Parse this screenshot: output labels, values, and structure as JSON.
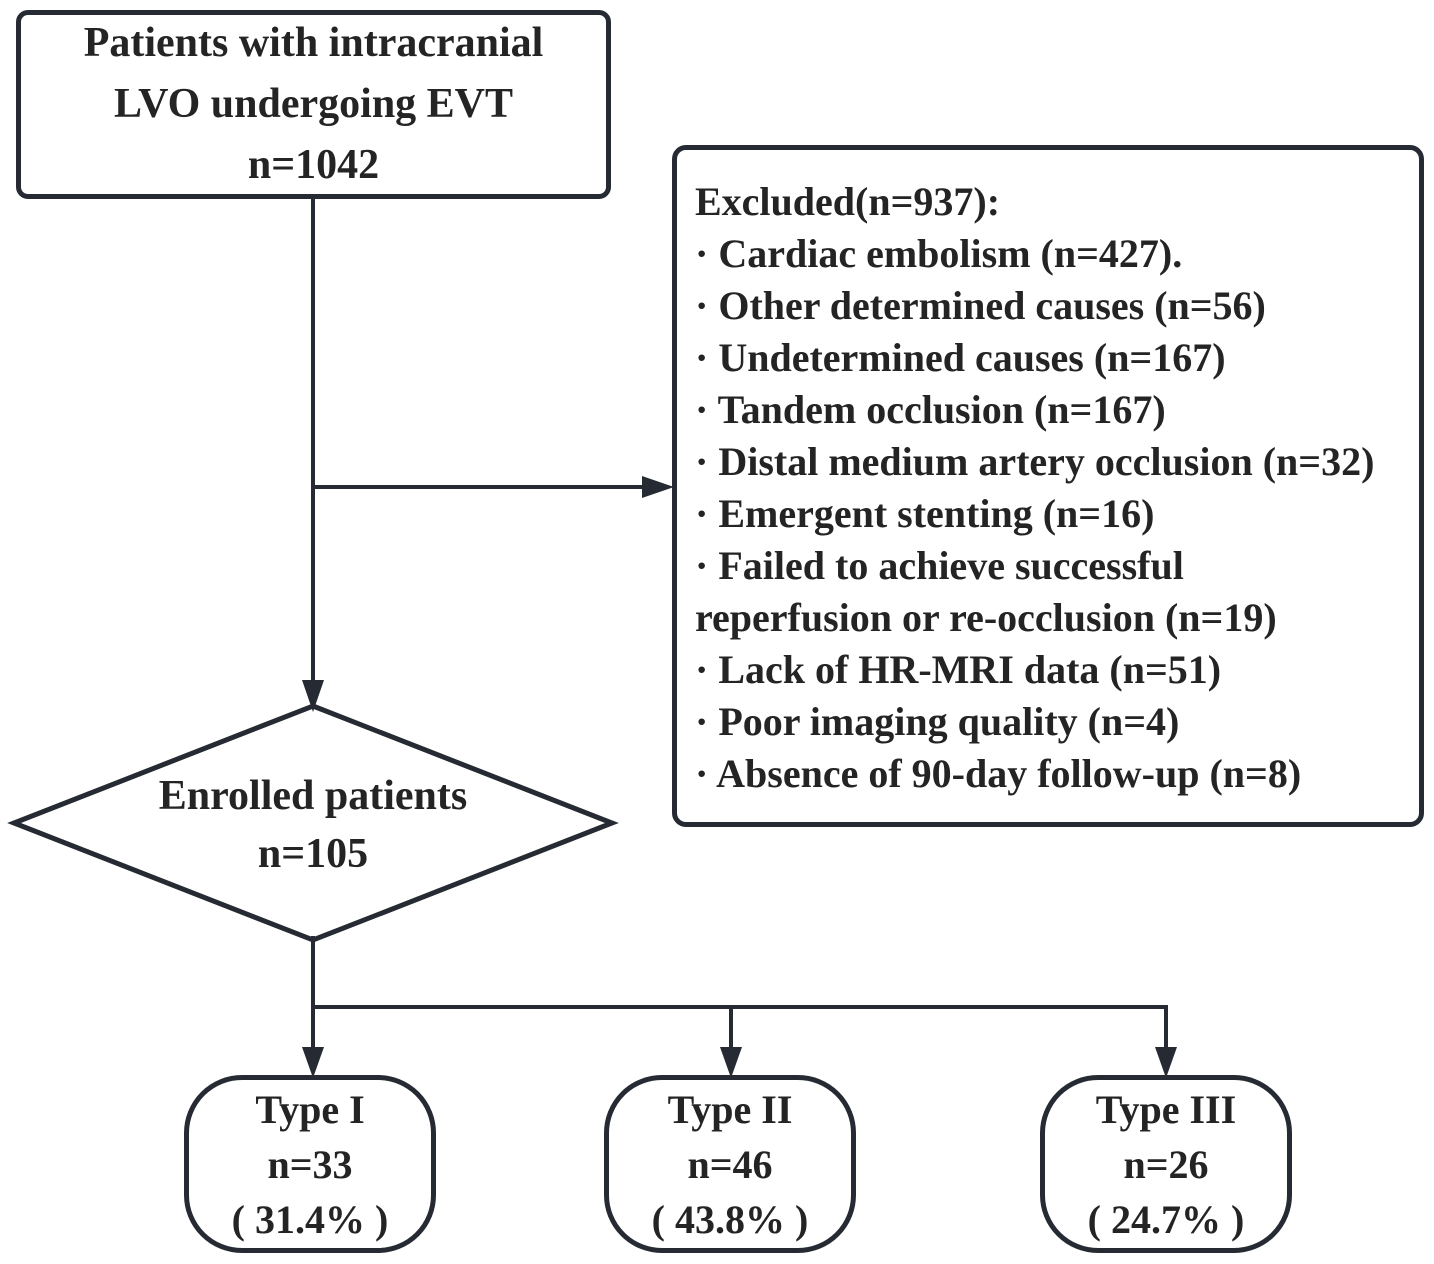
{
  "colors": {
    "line": "#262b33",
    "text": "#242424",
    "background": "#ffffff"
  },
  "top_box": {
    "lines": [
      "Patients with intracranial",
      "LVO undergoing EVT",
      "n=1042"
    ]
  },
  "excluded_box": {
    "title": "Excluded(n=937):",
    "items": [
      "· Cardiac embolism (n=427).",
      "· Other determined causes (n=56)",
      "· Undetermined causes (n=167)",
      "· Tandem occlusion (n=167)",
      "· Distal medium artery occlusion (n=32)",
      "· Emergent stenting (n=16)",
      "· Failed to achieve successful",
      "reperfusion or re-occlusion (n=19)",
      "· Lack of HR-MRI data (n=51)",
      "· Poor imaging quality (n=4)",
      "· Absence of 90-day follow-up (n=8)"
    ]
  },
  "diamond": {
    "lines": [
      "Enrolled patients",
      "n=105"
    ]
  },
  "outcomes": [
    {
      "type": "Type I",
      "n": "n=33",
      "pct": "( 31.4% )"
    },
    {
      "type": "Type II",
      "n": "n=46",
      "pct": "( 43.8% )"
    },
    {
      "type": "Type III",
      "n": "n=26",
      "pct": "( 24.7% )"
    }
  ]
}
